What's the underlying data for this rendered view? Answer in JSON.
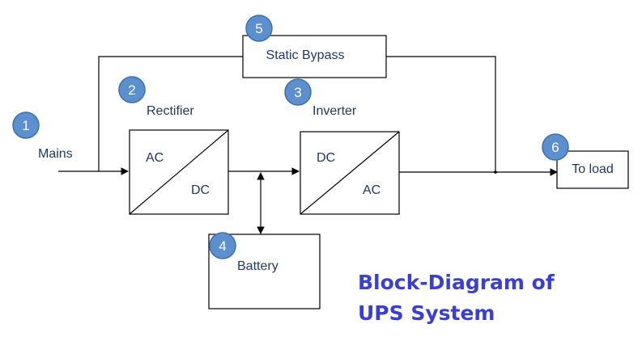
{
  "title": {
    "line1": "Block-Diagram of",
    "line2": "UPS System"
  },
  "blocks": {
    "mains": {
      "number": "1",
      "label": "Mains"
    },
    "rectifier": {
      "number": "2",
      "label": "Rectifier",
      "input": "AC",
      "output": "DC"
    },
    "inverter": {
      "number": "3",
      "label": "Inverter",
      "input": "DC",
      "output": "AC"
    },
    "battery": {
      "number": "4",
      "label": "Battery"
    },
    "static_bypass": {
      "number": "5",
      "label": "Static Bypass"
    },
    "load": {
      "number": "6",
      "label": "To load"
    }
  },
  "colors": {
    "label": "#1f3864",
    "badge": "#5b8fcd",
    "title": "#3a3fd0"
  }
}
